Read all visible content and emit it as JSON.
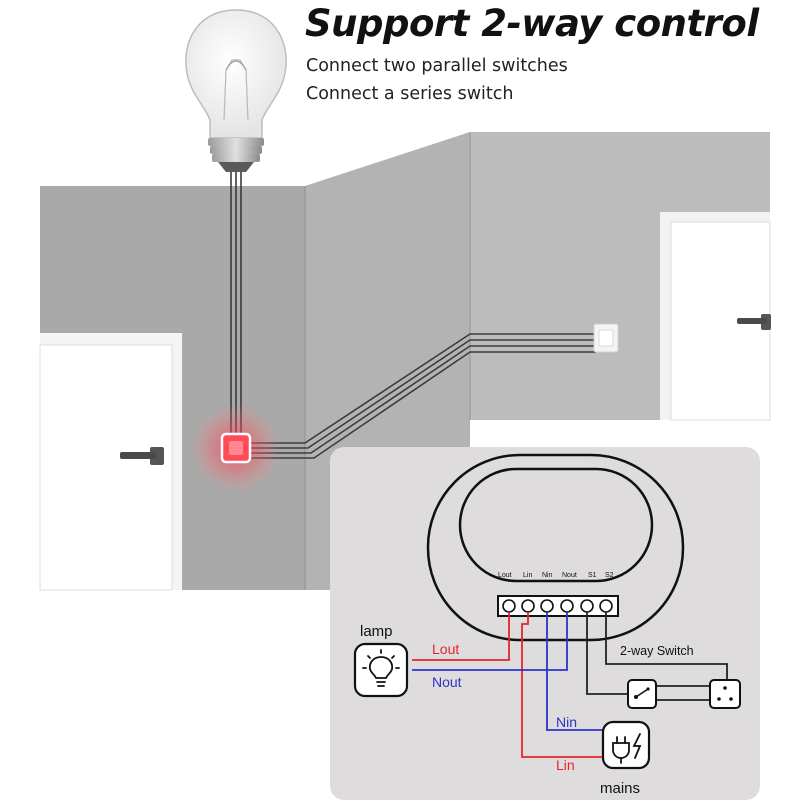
{
  "header": {
    "title": "Support 2-way control",
    "lines": [
      "Connect two parallel switches",
      "Connect a series switch"
    ]
  },
  "diagram": {
    "terminals": [
      "Lout",
      "Lin",
      "Nin",
      "Nout",
      "S1",
      "S2"
    ],
    "wires": {
      "lout": "Lout",
      "nout": "Nout",
      "nin": "Nin",
      "lin": "Lin"
    },
    "labels": {
      "lamp": "lamp",
      "mains": "mains",
      "switch": "2-way Switch"
    },
    "colors": {
      "live": "#e8242b",
      "neutral": "#2a36c8",
      "wire": "#222222",
      "wall_left": "#a9a9a9",
      "wall_right": "#b9b9b9",
      "panel": "#dedcdc",
      "glow": "#ff3b4a"
    },
    "icons": [
      "light-bulb-icon",
      "lamp-icon",
      "plug-icon",
      "switch-icon",
      "door-handle-icon"
    ]
  }
}
